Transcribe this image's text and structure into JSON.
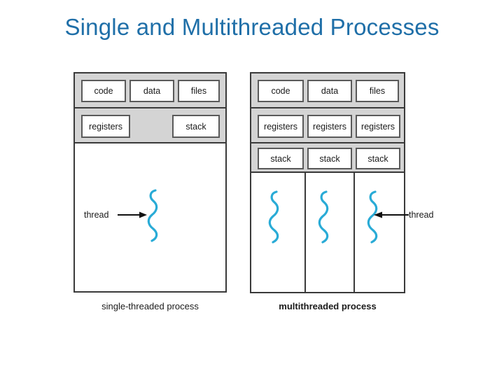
{
  "slide": {
    "title": "Single and Multithreaded Processes",
    "title_color": "#1F6FA8"
  },
  "figure": {
    "thread_color": "#29ABD6",
    "band_color": "#d4d4d4",
    "border_color": "#3a3a3a",
    "single_process": {
      "caption": "single-threaded process",
      "top_row": [
        "code",
        "data",
        "files"
      ],
      "second_row": [
        "registers",
        "stack"
      ],
      "thread_count": 1,
      "thread_label": "thread"
    },
    "multi_process": {
      "caption": "multithreaded process",
      "top_row": [
        "code",
        "data",
        "files"
      ],
      "registers_row": [
        "registers",
        "registers",
        "registers"
      ],
      "stack_row": [
        "stack",
        "stack",
        "stack"
      ],
      "thread_count": 3,
      "thread_label": "thread"
    }
  }
}
